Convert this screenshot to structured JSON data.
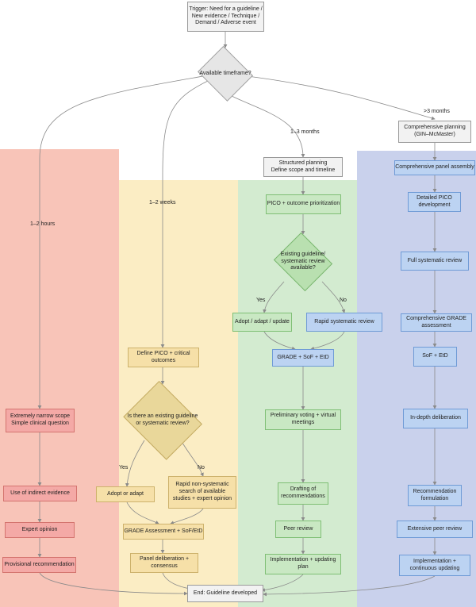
{
  "trigger": "Trigger: Need for a guideline /\nNew evidence / Technique /\nDemand / Adverse event",
  "timeframe_question": "Available timeframe?",
  "timeframes": {
    "hours": "1–2 hours",
    "weeks": "1–2 weeks",
    "months13": "1–3 months",
    "months3plus": ">3 months"
  },
  "red": {
    "scope": "Extremely narrow scope\nSimple clinical question",
    "indirect": "Use of indirect evidence",
    "expert": "Expert opinion",
    "provisional": "Provisional recommendation"
  },
  "yellow": {
    "pico": "Define PICO + critical\noutcomes",
    "question": "Is there an existing guideline\nor systematic review?",
    "yes": "Yes",
    "no": "No",
    "adopt": "Adopt or adapt",
    "rapid": "Rapid non-systematic\nsearch of available\nstudies + expert opinion",
    "grade": "GRADE Assessment + SoF/EtD",
    "panel": "Panel deliberation +\nconsensus"
  },
  "green": {
    "structured": "Structured planning\nDefine scope and timeline",
    "pico": "PICO + outcome prioritization",
    "question": "Existing guideline/\nsystematic review\navailable?",
    "yes": "Yes",
    "no": "No",
    "adopt": "Adopt / adapt / update",
    "rapid": "Rapid systematic review",
    "grade": "GRADE + SoF + EtD",
    "voting": "Preliminary voting + virtual meetings",
    "drafting": "Drafting of\nrecommendations",
    "peer": "Peer review",
    "implementation": "Implementation + updating plan"
  },
  "blue": {
    "planning": "Comprehensive planning\n(GIN–McMaster)",
    "panel": "Comprehensive panel assembly",
    "pico": "Detailed PICO\ndevelopment",
    "review": "Full systematic review",
    "grade": "Comprehensive GRADE\nassessment",
    "sof": "SoF + EtD",
    "deliberation": "In-depth deliberation",
    "formulation": "Recommendation\nformulation",
    "peer": "Extensive peer review",
    "implementation": "Implementation +\ncontinuous updating"
  },
  "end": "End: Guideline developed",
  "colors": {
    "red_lane": "#f8c4b8",
    "yellow_lane": "#fbedc4",
    "green_lane": "#d3ebd0",
    "blue_lane": "#c9d1ec",
    "edge": "#8a8a8a"
  }
}
